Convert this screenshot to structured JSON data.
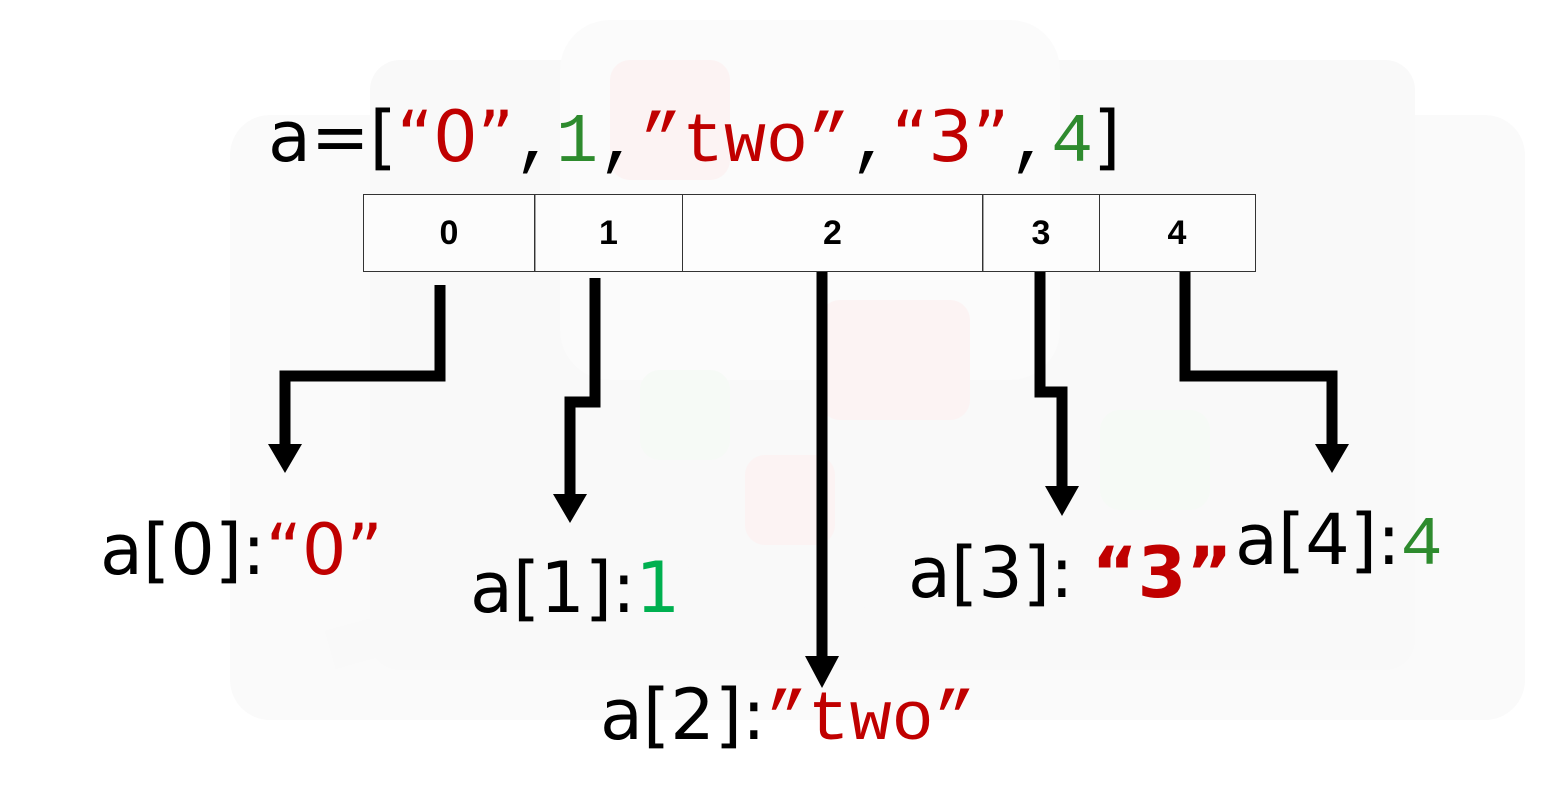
{
  "title": {
    "prefix": "a=[",
    "el0": "“0”",
    "comma0": ",",
    "el1": "1",
    "comma1": ",",
    "el2": "”two”",
    "comma2": ",",
    "el3": "“3”",
    "comma3": ",",
    "el4": "4",
    "suffix": "]"
  },
  "indices": [
    "0",
    "1",
    "2",
    "3",
    "4"
  ],
  "labels": [
    {
      "name": "a[0]:",
      "value": "“0”"
    },
    {
      "name": "a[1]:",
      "value": "1"
    },
    {
      "name": "a[2]:",
      "value": "”two”"
    },
    {
      "name": "a[3]:",
      "value": "“3”"
    },
    {
      "name": "a[4]:",
      "value": "4"
    }
  ],
  "colors": {
    "string": "#c00000",
    "number": "#2e8b2e",
    "number_bright": "#00b050",
    "text": "#000000"
  }
}
